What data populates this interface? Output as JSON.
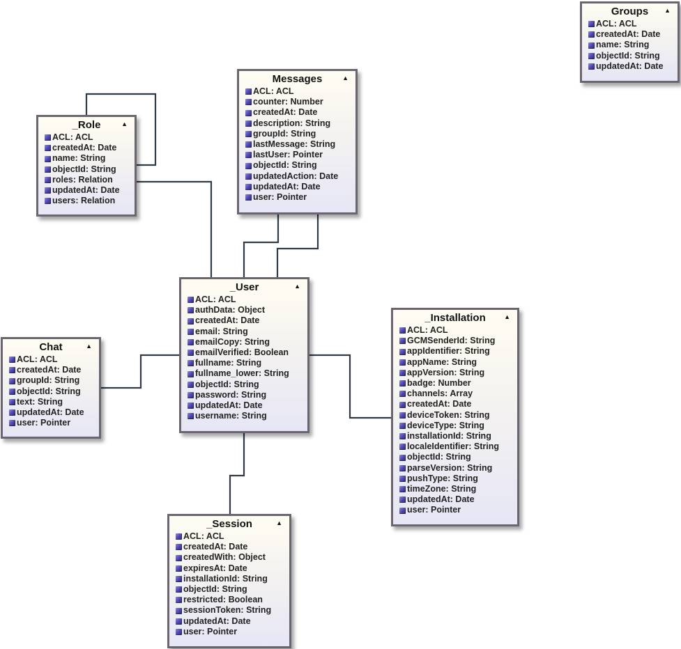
{
  "entities": [
    {
      "name": "Groups",
      "attributes": [
        "ACL: ACL",
        "createdAt: Date",
        "name: String",
        "objectId: String",
        "updatedAt: Date"
      ]
    },
    {
      "name": "_Role",
      "attributes": [
        "ACL: ACL",
        "createdAt: Date",
        "name: String",
        "objectId: String",
        "roles: Relation",
        "updatedAt: Date",
        "users: Relation"
      ]
    },
    {
      "name": "Messages",
      "attributes": [
        "ACL: ACL",
        "counter: Number",
        "createdAt: Date",
        "description: String",
        "groupId: String",
        "lastMessage: String",
        "lastUser: Pointer",
        "objectId: String",
        "updatedAction: Date",
        "updatedAt: Date",
        "user: Pointer"
      ]
    },
    {
      "name": "_User",
      "attributes": [
        "ACL: ACL",
        "authData: Object",
        "createdAt: Date",
        "email: String",
        "emailCopy: String",
        "emailVerified: Boolean",
        "fullname: String",
        "fullname_lower: String",
        "objectId: String",
        "password: String",
        "updatedAt: Date",
        "username: String"
      ]
    },
    {
      "name": "_Installation",
      "attributes": [
        "ACL: ACL",
        "GCMSenderId: String",
        "appIdentifier: String",
        "appName: String",
        "appVersion: String",
        "badge: Number",
        "channels: Array",
        "createdAt: Date",
        "deviceToken: String",
        "deviceType: String",
        "installationId: String",
        "localeIdentifier: String",
        "objectId: String",
        "parseVersion: String",
        "pushType: String",
        "timeZone: String",
        "updatedAt: Date",
        "user: Pointer"
      ]
    },
    {
      "name": "Chat",
      "attributes": [
        "ACL: ACL",
        "createdAt: Date",
        "groupId: String",
        "objectId: String",
        "text: String",
        "updatedAt: Date",
        "user: Pointer"
      ]
    },
    {
      "name": "_Session",
      "attributes": [
        "ACL: ACL",
        "createdAt: Date",
        "createdWith: Object",
        "expiresAt: Date",
        "installationId: String",
        "objectId: String",
        "restricted: Boolean",
        "sessionToken: String",
        "updatedAt: Date",
        "user: Pointer"
      ]
    }
  ],
  "relationships": [
    {
      "from": "_Role",
      "to": "_Role"
    },
    {
      "from": "_Role",
      "to": "_User"
    },
    {
      "from": "Messages",
      "to": "_User"
    },
    {
      "from": "Messages",
      "to": "_User"
    },
    {
      "from": "Chat",
      "to": "_User"
    },
    {
      "from": "_Installation",
      "to": "_User"
    },
    {
      "from": "_Session",
      "to": "_User"
    }
  ],
  "icons": {
    "attribute": "attribute-cube-icon",
    "collapse": "collapse-triangle-icon"
  },
  "colors": {
    "border": "#6b6570",
    "line": "#2f3a45",
    "icon": "#4a44a8"
  }
}
